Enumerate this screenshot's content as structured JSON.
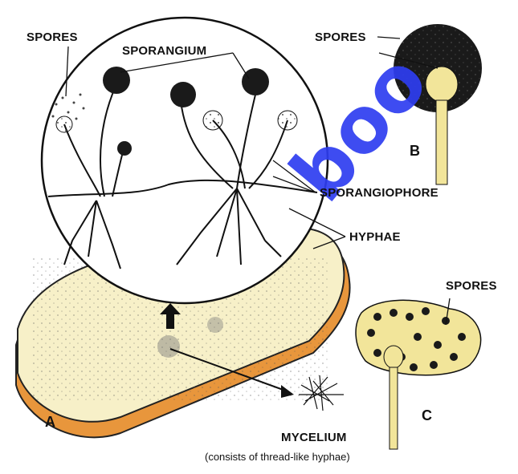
{
  "labels": {
    "spores_main": "SPORES",
    "sporangium": "SPORANGIUM",
    "spores_b": "SPORES",
    "sporangiophore": "SPORANGIOPHORE",
    "hyphae": "HYPHAE",
    "spores_c": "SPORES",
    "mycelium": "MYCELIUM",
    "mycelium_note": "(consists of thread-like hyphae)",
    "panel_a": "A",
    "panel_b": "B",
    "panel_c": "C"
  },
  "watermark": "boo",
  "colors": {
    "bread_crust": "#e8963c",
    "bread_crumb": "#f7f0c8",
    "sporangium_dark": "#1a1a1a",
    "spore_yellow": "#f2e59a",
    "watermark": "#2e3df0"
  }
}
